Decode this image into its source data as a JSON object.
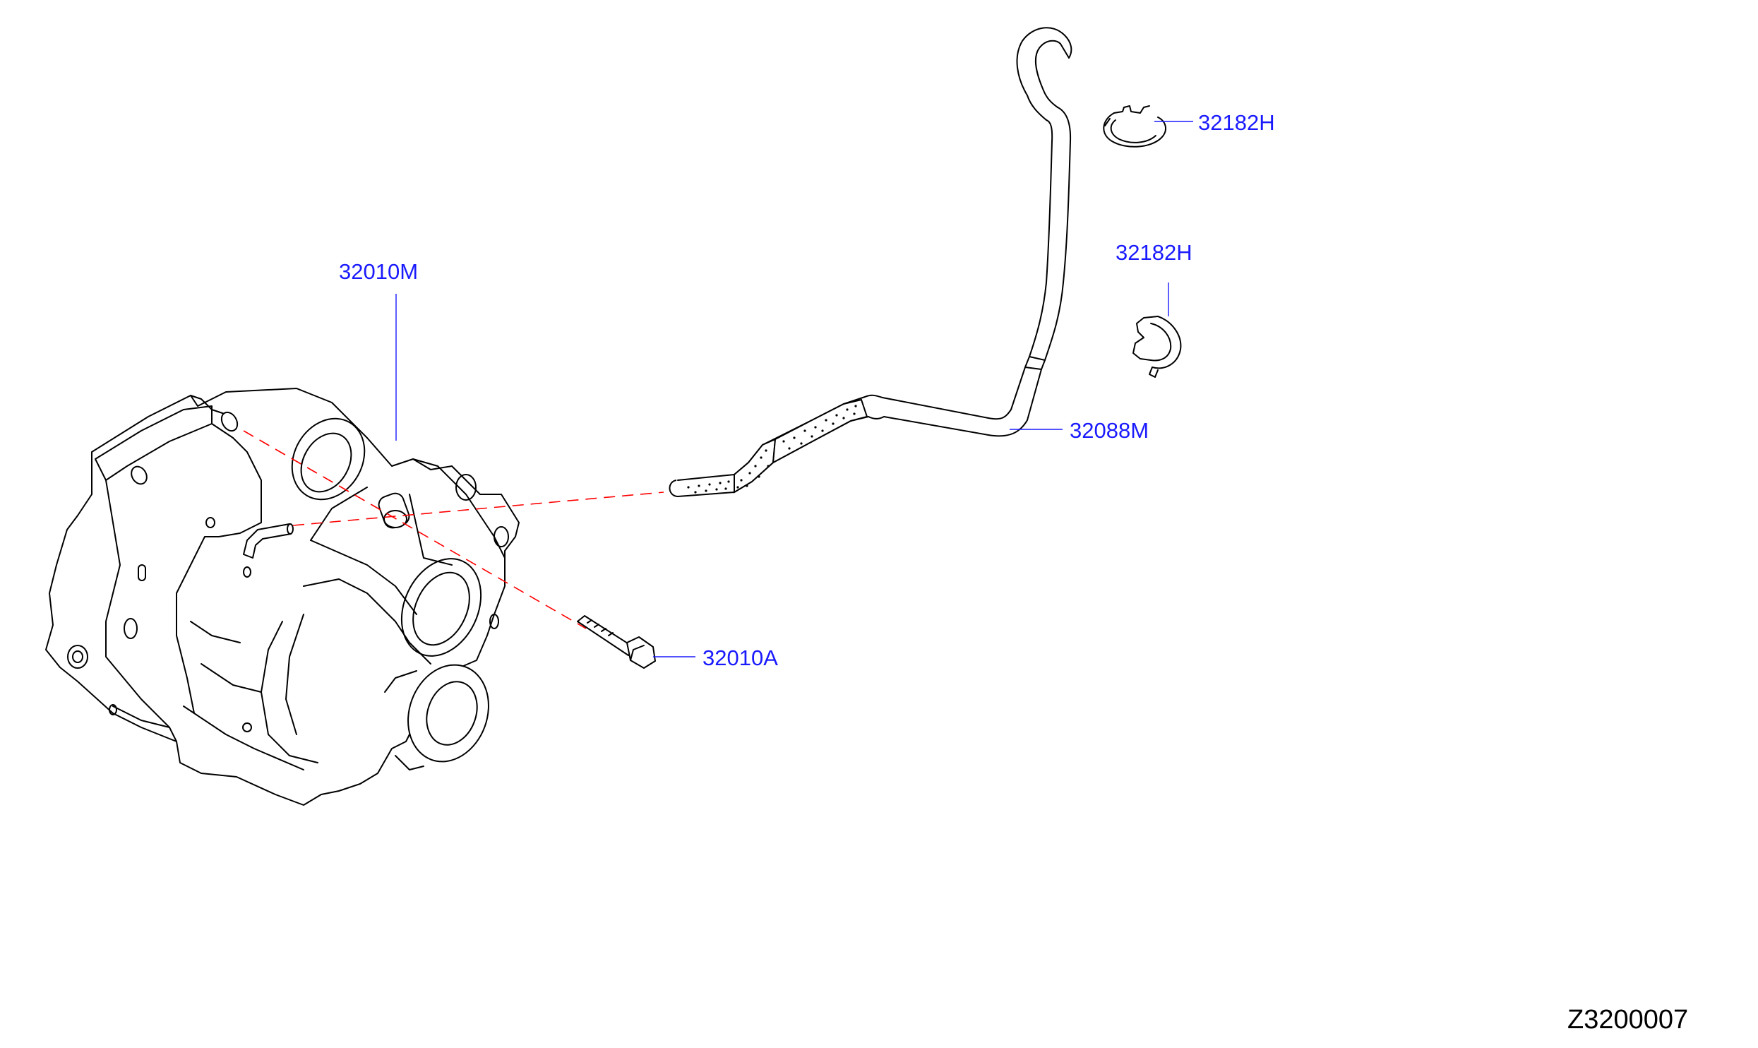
{
  "diagram_code": "Z3200007",
  "parts": {
    "transfer_assembly": "32010M",
    "bolt": "32010A",
    "breather_hose": "32088M",
    "clip_upper": "32182H",
    "clip_lower": "32182H"
  },
  "colors": {
    "label": "#1a1aff",
    "leader": "#1a1aff",
    "dashed_guide": "#ff0000",
    "outline": "#000000"
  }
}
